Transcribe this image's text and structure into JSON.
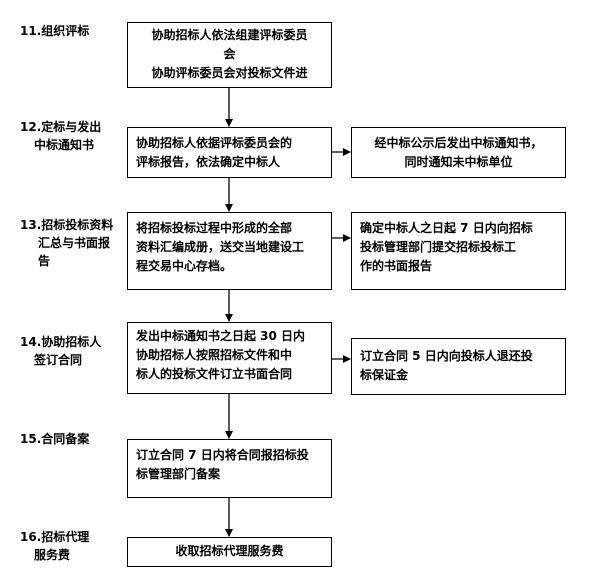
{
  "steps": [
    {
      "label_lines": [
        "11.组织评标"
      ],
      "main_lines": [
        "协助招标人依法组建评标委员",
        "会",
        "协助评标委员会对投标文件进"
      ]
    },
    {
      "label_lines": [
        "12.定标与发出",
        "中标通知书"
      ],
      "main_lines": [
        "协助招标人依据评标委员会的",
        "评标报告，依法确定中标人"
      ],
      "side_lines": [
        "经中标公示后发出中标通知书，",
        "同时通知未中标单位"
      ]
    },
    {
      "label_lines": [
        "13.招标投标资料",
        "汇总与书面报",
        "告"
      ],
      "main_lines": [
        "将招标投标过程中形成的全部",
        "资料汇编成册，送交当地建设工",
        "程交易中心存档。"
      ],
      "side_lines": [
        "确定中标人之日起 7 日内向招标",
        "投标管理部门提交招标投标工",
        "作的书面报告"
      ]
    },
    {
      "label_lines": [
        "14.协助招标人",
        "签订合同"
      ],
      "main_lines": [
        "发出中标通知书之日起 30 日内",
        "协助招标人按照招标文件和中",
        "标人的投标文件订立书面合同"
      ],
      "side_lines": [
        "订立合同 5 日内向投标人退还投",
        "标保证金"
      ]
    },
    {
      "label_lines": [
        "15.合同备案"
      ],
      "main_lines": [
        "订立合同 7 日内将合同报招标投",
        "标管理部门备案"
      ]
    },
    {
      "label_lines": [
        "16.招标代理",
        "服务费"
      ],
      "main_lines": [
        "收取招标代理服务费"
      ]
    }
  ]
}
